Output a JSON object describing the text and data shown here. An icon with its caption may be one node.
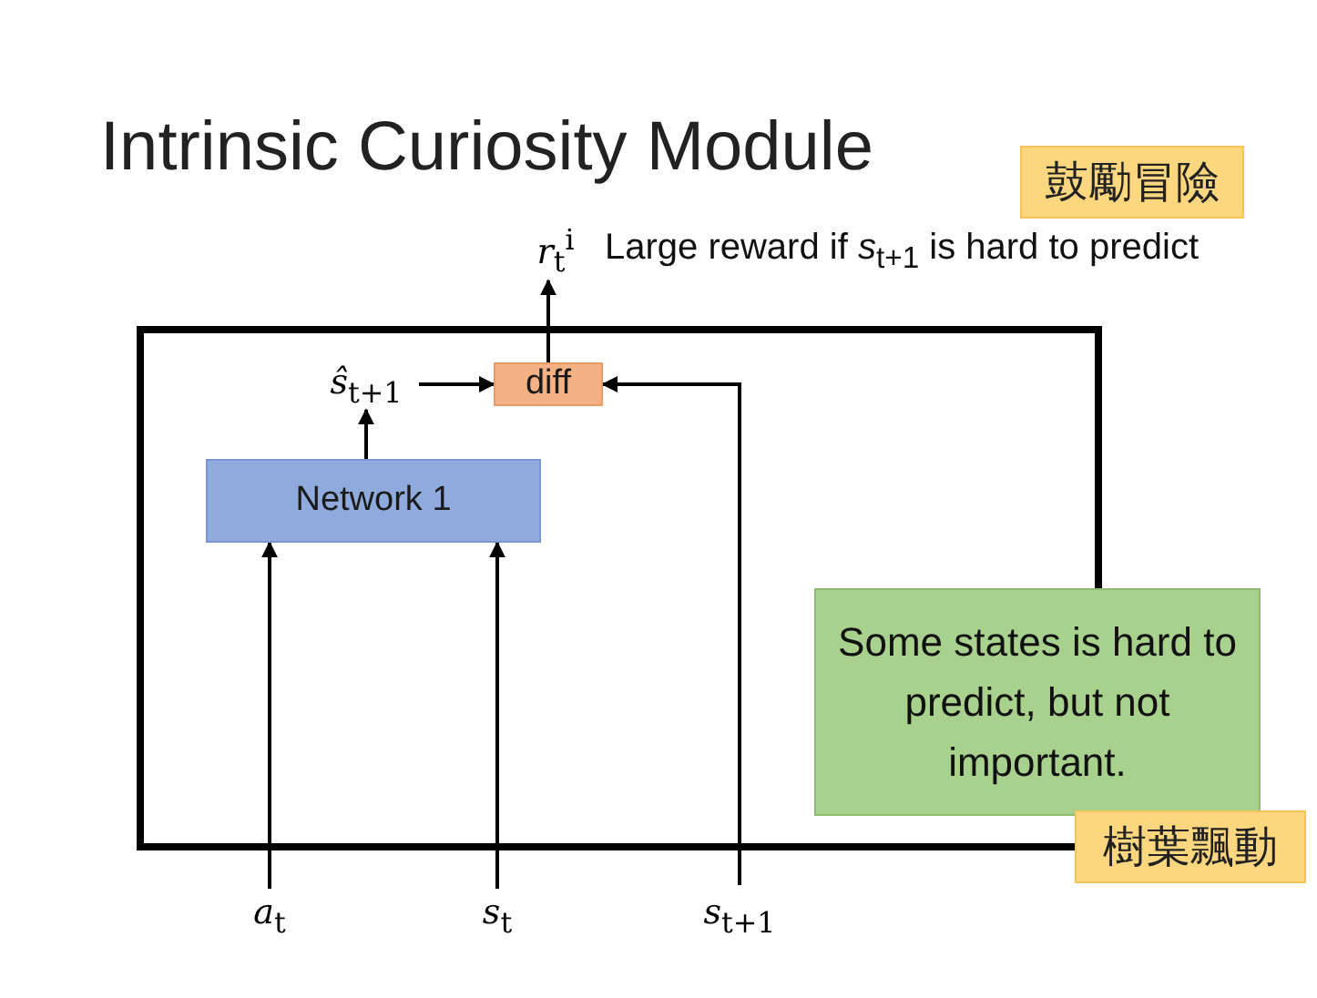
{
  "diagram": {
    "title": "Intrinsic Curiosity Module",
    "nodes": [
      {
        "text": [],
        "shape": "box"
      },
      {
        "text": [
          "Network 1"
        ],
        "in": 0
      },
      {
        "text": [
          "*ŝ*$_{t+1}$"
        ],
        "in": 0
      },
      {
        "text": [
          "diff"
        ],
        "in": 0
      },
      {
        "text": [
          "*r*$_{t}$$^{i}$"
        ],
        "beside": [
          "Large reward if *s*$_{t+1}$ is hard to predict"
        ]
      },
      {
        "text": [
          "*a*$_{t}$"
        ]
      },
      {
        "text": [
          "*s*$_{t}$"
        ]
      },
      {
        "text": [
          "*s*$_{t+1}$"
        ]
      },
      {
        "text": [
          "Some states is hard to predict, but not important."
        ]
      },
      {
        "text": [
          "鼓勵冒險"
        ]
      },
      {
        "text": [
          "樹葉飄動"
        ]
      }
    ],
    "edges": [
      {
        "from": 5,
        "to": 1,
        "arrow": "to"
      },
      {
        "from": 6,
        "to": 1,
        "arrow": "to"
      },
      {
        "from": 1,
        "to": 2,
        "arrow": "to"
      },
      {
        "from": 2,
        "to": 3,
        "arrow": "to"
      },
      {
        "from": 7,
        "to": 3,
        "arrow": "to"
      },
      {
        "from": 3,
        "to": 4,
        "arrow": "to"
      }
    ]
  }
}
